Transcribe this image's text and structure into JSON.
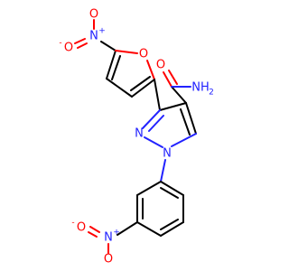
{
  "atoms": {
    "o_nitro_furan_top": "O",
    "n_nitro_furan": "N",
    "n_nitro_furan_charge": "+",
    "o_nitro_furan_left": "O",
    "o_nitro_furan_left_charge": "-",
    "o_furan_ring": "O",
    "o_amide": "O",
    "n_amide": "NH",
    "n_amide_sub": "2",
    "n_pyrazole_2": "N",
    "n_pyrazole_1": "N",
    "o_nitro_phenyl_left": "O",
    "o_nitro_phenyl_left_charge": "-",
    "n_nitro_phenyl": "N",
    "n_nitro_phenyl_charge": "+",
    "o_nitro_phenyl_bottom": "O"
  },
  "colors": {
    "carbon_bond": "#000000",
    "nitrogen": "#2222ff",
    "oxygen": "#ff0000"
  }
}
